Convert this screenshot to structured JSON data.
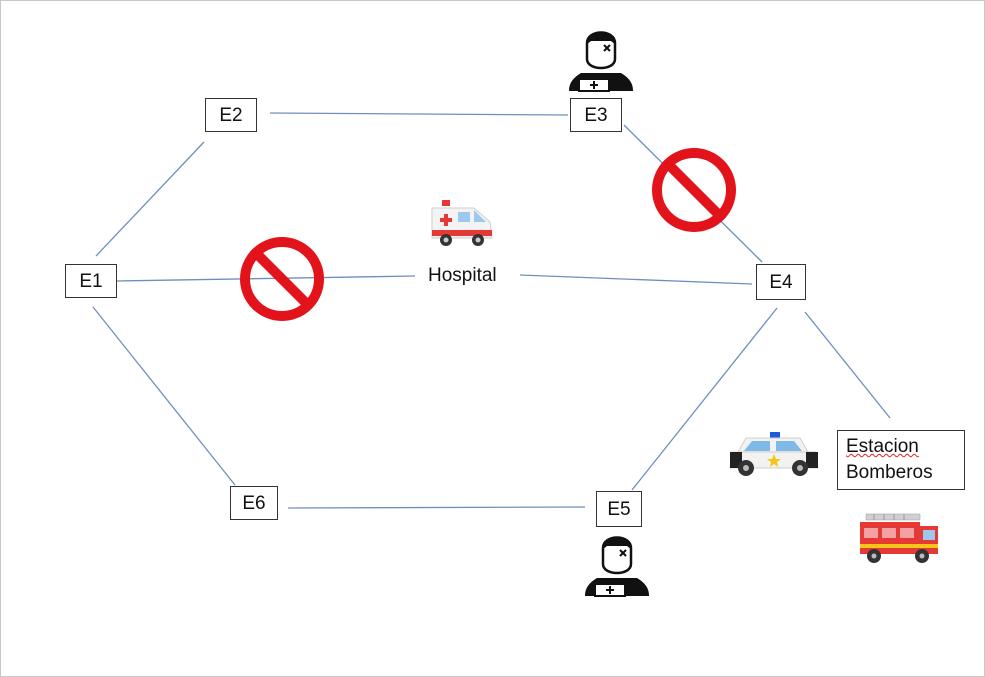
{
  "nodes": {
    "e1": "E1",
    "e2": "E2",
    "e3": "E3",
    "e4": "E4",
    "e5": "E5",
    "e6": "E6"
  },
  "hospital": {
    "label": "Hospital"
  },
  "fire_station": {
    "line1": "Estacion",
    "line2": "Bomberos"
  },
  "icons": {
    "blocked": "no-entry-icon",
    "injured": "injured-person-icon",
    "ambulance": "ambulance-icon",
    "police": "police-car-icon",
    "fire_truck": "fire-truck-icon"
  },
  "colors": {
    "edge": "#6d8fbf",
    "blocked": "#e3131b",
    "ambulance_cross": "#e53935",
    "fire_truck": "#e53935",
    "police_light": "#1e5bd8"
  }
}
